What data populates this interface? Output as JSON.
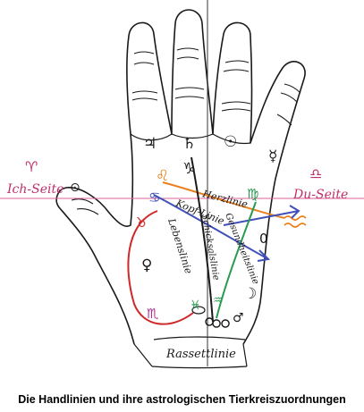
{
  "caption": "Die Handlinien und ihre astrologischen Tierkreiszuordnungen",
  "labels": {
    "ich_seite": "Ich-Seite",
    "du_seite": "Du-Seite",
    "herzlinie": "Herzlinie",
    "kopflinie": "Kopf-Linie",
    "lebenslinie": "Lebenslinie",
    "schicksalslinie": "Schicksalslinie",
    "gesundheitslinie": "Gesundheitslinie",
    "rassettlinie": "Rassettlinie"
  },
  "symbols": {
    "jupiter": "♃",
    "saturn": "♄",
    "sun": "☉",
    "mercury": "☿",
    "venus": "♀",
    "mars": "♂",
    "moon": "☽",
    "aries": "♈",
    "taurus": "♉",
    "libra": "♎",
    "scorpio": "♏",
    "capricorn": "♑",
    "aquarius": "♒",
    "pisces": "♓",
    "virgo": "♍",
    "leo": "♌",
    "cancer": "♋",
    "sun_dot": "⊙",
    "zero": "0"
  },
  "colors": {
    "outline": "#1a1a1a",
    "pink_guide": "#e0609a",
    "aries_sign": "#c0306a",
    "libra_sign": "#c0306a",
    "herzlinie": "#e8801e",
    "kopflinie": "#4050b8",
    "lebenslinie": "#d02828",
    "schicksalslinie": "#1a1a1a",
    "gesundheitslinie": "#2a9a50",
    "zodiac_green": "#2a9a50",
    "zodiac_orange": "#e8801e",
    "zodiac_red": "#d02828",
    "zodiac_blue": "#4050b8",
    "zodiac_magenta": "#b03090"
  }
}
